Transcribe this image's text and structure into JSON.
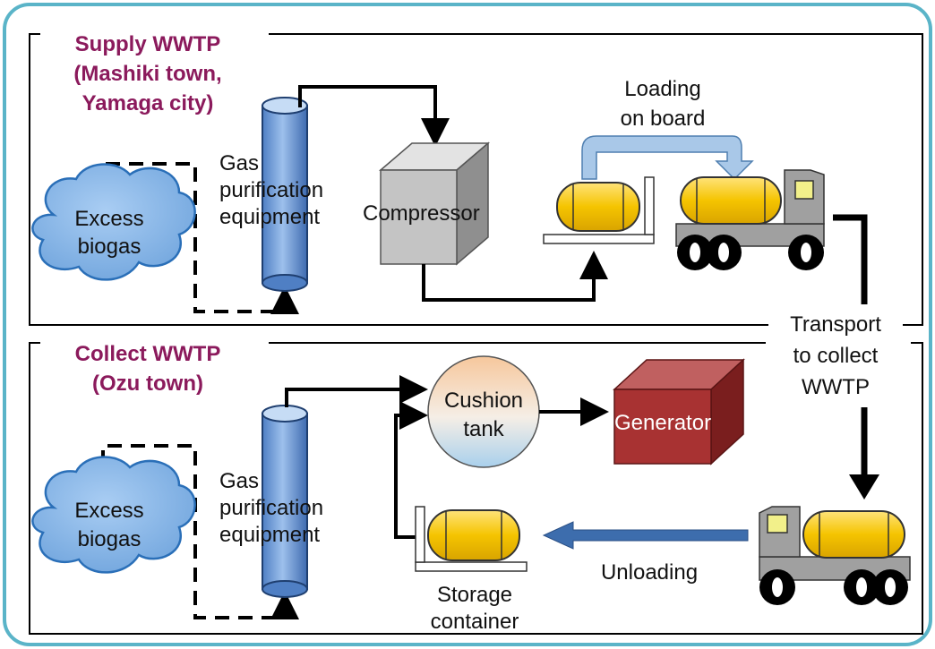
{
  "colors": {
    "frame": "#5ab4c8",
    "heading": "#8b1a5c",
    "cloud": "#2a6fb8",
    "cylinder": "#7fa8dc",
    "tank": "#f5c400",
    "truck": "#a0a0a0",
    "generator": "#a83232",
    "compressor": "#b8b8b8",
    "unload_arrow": "#3d6dad",
    "load_arrow": "#a9c8e8"
  },
  "supply": {
    "title_line1": "Supply WWTP",
    "title_line2": "(Mashiki town,",
    "title_line3": "Yamaga city)",
    "biogas_line1": "Excess",
    "biogas_line2": "biogas",
    "purif_line1": "Gas",
    "purif_line2": "purification",
    "purif_line3": "equipment",
    "compressor": "Compressor",
    "loading_line1": "Loading",
    "loading_line2": "on board"
  },
  "transport": {
    "line1": "Transport",
    "line2": "to collect",
    "line3": "WWTP"
  },
  "collect": {
    "title_line1": "Collect WWTP",
    "title_line2": "(Ozu town)",
    "biogas_line1": "Excess",
    "biogas_line2": "biogas",
    "purif_line1": "Gas",
    "purif_line2": "purification",
    "purif_line3": "equipment",
    "cushion_line1": "Cushion",
    "cushion_line2": "tank",
    "generator": "Generator",
    "storage_line1": "Storage",
    "storage_line2": "container",
    "unloading": "Unloading"
  }
}
